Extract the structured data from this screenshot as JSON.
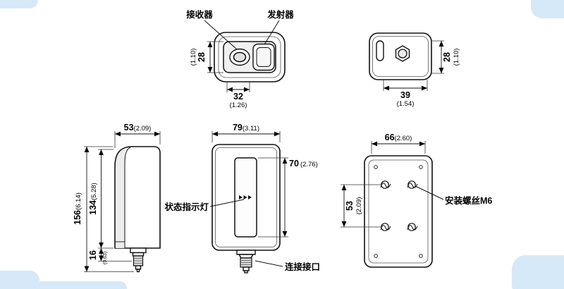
{
  "drawing": {
    "labels": {
      "receiver": "接收器",
      "transmitter": "发射器",
      "status_indicator": "状态指示灯",
      "connection_port": "连接接口",
      "mounting_screw": "安装螺丝M6"
    },
    "sensor_face_view": {
      "height_mm": "28",
      "height_in": "(1.10)",
      "width_mm": "32",
      "width_in": "(1.26)"
    },
    "top_view": {
      "width_mm": "39",
      "width_in": "(1.54)",
      "height_mm": "28",
      "height_in": "(1.10)"
    },
    "side_view": {
      "depth_mm": "53",
      "depth_in": "(2.09)",
      "total_height_mm": "156",
      "total_height_in": "(6.14)",
      "body_height_mm": "134",
      "body_height_in": "(5.28)",
      "base_height_mm": "16",
      "base_height_in": "(0.63)"
    },
    "front_view": {
      "width_mm": "79",
      "width_in": "(3.11)",
      "window_height_mm": "70",
      "window_height_in": "(2.76)"
    },
    "back_view": {
      "width_mm": "66",
      "width_in": "(2.60)",
      "hole_spacing_mm": "53",
      "hole_spacing_in": "(2.09)"
    },
    "colors": {
      "line": "#000000",
      "accent": "#d6e9f8"
    }
  }
}
